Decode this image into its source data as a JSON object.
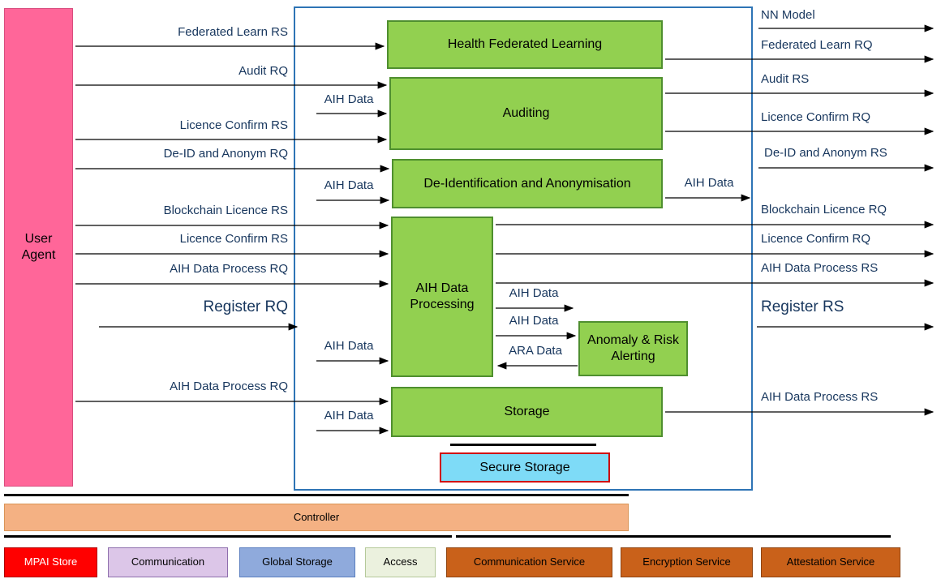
{
  "user_agent": "User\nAgent",
  "modules": {
    "hfl": "Health Federated Learning",
    "auditing": "Auditing",
    "deid": "De-Identification and Anonymisation",
    "aih_processing": "AIH Data Processing",
    "ara": "Anomaly & Risk Alerting",
    "storage": "Storage",
    "secure_storage": "Secure Storage"
  },
  "left_flows": [
    "Federated Learn RS",
    "Audit RQ",
    "AIH Data",
    "Licence Confirm RS",
    "De-ID and Anonym RQ",
    "AIH Data",
    "Blockchain Licence RS",
    "Licence Confirm RS",
    "AIH Data Process RQ",
    "Register RQ",
    "AIH Data",
    "AIH Data Process  RQ",
    "AIH Data"
  ],
  "right_flows": [
    "NN Model",
    "Federated Learn RQ",
    "Audit RS",
    "Licence Confirm RQ",
    "De-ID and Anonym RS",
    "AIH Data",
    "Blockchain Licence RQ",
    "Licence Confirm RQ",
    "AIH Data Process RS",
    "Register RS",
    "AIH Data Process RS"
  ],
  "mid_flows": [
    "AIH Data",
    "AIH Data",
    "ARA Data"
  ],
  "controller": "Controller",
  "infrastructure": [
    "MPAI Store",
    "Communication",
    "Global Storage",
    "Access",
    "Communication Service",
    "Encryption Service",
    "Attestation Service"
  ],
  "colors": {
    "user_agent_fill": "#FF6699",
    "module_fill": "#92D050",
    "module_border": "#4F8F2F",
    "frame_border": "#2E74B5",
    "secure_storage_fill": "#7EDBF7",
    "secure_storage_border": "#D00000",
    "controller_fill": "#F4B183",
    "mpai_store_fill": "#FF0000",
    "communication_fill": "#DCC6E8",
    "global_storage_fill": "#8FAADC",
    "access_fill": "#EBF1DE",
    "service_fill": "#C9611A",
    "arrow_color": "#000000",
    "label_color": "#17365D"
  }
}
